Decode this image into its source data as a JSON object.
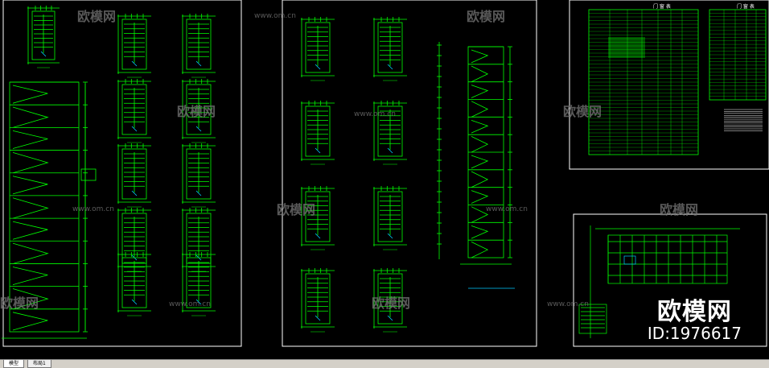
{
  "tabs": [
    {
      "label": "模型"
    },
    {
      "label": "布局1"
    }
  ],
  "watermark": {
    "brand": "欧模网",
    "url": "www.om.cn",
    "stamp_name": "欧模网",
    "stamp_id": "ID:1976617"
  },
  "tables": {
    "title_1": "门 窗 表",
    "title_2": "门 窗 表"
  },
  "colors": {
    "background": "#000000",
    "linework": "#00ff00",
    "frame": "#ffffff",
    "accent": "#00c8ff"
  }
}
